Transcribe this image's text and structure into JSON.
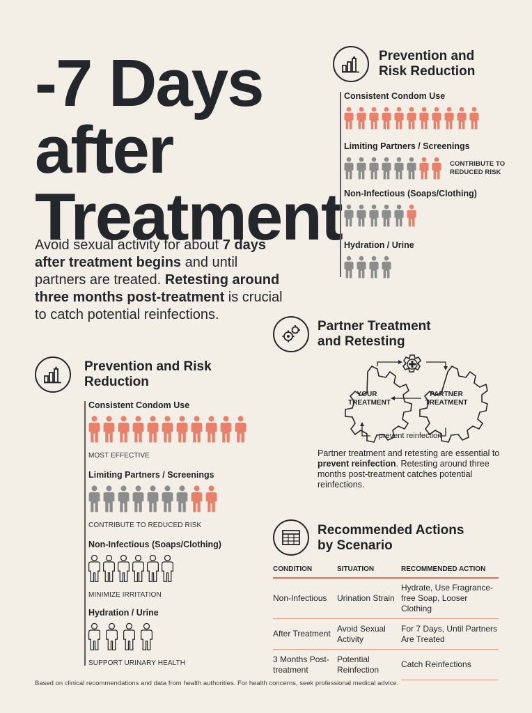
{
  "title": {
    "line1": "-7 Days",
    "line2": "after",
    "line3": "Treatment"
  },
  "intro": {
    "p1": "Avoid sexual activity for about ",
    "b1": "7 days after treatment begins",
    "p2": " and until partners are treated. ",
    "b2": "Retesting around three months post-treatment",
    "p3": " is crucial to catch potential reinfections."
  },
  "colors": {
    "accent": "#e8806a",
    "neutral": "#8c8c8c",
    "ink": "#23272b",
    "background": "#f3efe6"
  },
  "prevention_top": {
    "title": "Prevention and Risk Reduction",
    "icon": "bar-chart-icon",
    "rows": [
      {
        "label": "Consistent Condom Use",
        "note": "",
        "accent": 11,
        "gray": 0
      },
      {
        "label": "Limiting Partners / Screenings",
        "note": "CONTRIBUTE TO REDUCED RISK",
        "accent": 2,
        "gray": 6
      },
      {
        "label": "Non-Infectious (Soaps/Clothing)",
        "note": "",
        "accent": 1,
        "gray": 5
      },
      {
        "label": "Hydration / Urine",
        "note": "",
        "accent": 0,
        "gray": 4
      }
    ]
  },
  "prevention_bottom": {
    "title": "Prevention and Risk Reduction",
    "icon": "bar-chart-icon",
    "rows": [
      {
        "label": "Consistent Condom Use",
        "note": "MOST EFFECTIVE",
        "accent": 11,
        "gray": 0,
        "style": "filled"
      },
      {
        "label": "Limiting Partners / Screenings",
        "note": "CONTRIBUTE TO REDUCED RISK",
        "accent": 2,
        "gray": 7,
        "style": "filled"
      },
      {
        "label": "Non-Infectious (Soaps/Clothing)",
        "note": "MINIMIZE IRRITATION",
        "accent": 0,
        "gray": 6,
        "style": "outline"
      },
      {
        "label": "Hydration / Urine",
        "note": "SUPPORT URINARY HEALTH",
        "accent": 0,
        "gray": 4,
        "style": "outline"
      }
    ]
  },
  "partner": {
    "title": "Partner Treatment and Retesting",
    "icon": "gears-icon",
    "gear_left": "YOUR TREATMENT",
    "gear_right": "PARTNER TREATMENT",
    "loop_label": "prevent reinfection",
    "center_icon": "medical-cross-gear-icon",
    "text_p1": "Partner treatment and retesting are essential to ",
    "text_b1": "prevent reinfection",
    "text_p2": ". Retesting around three months post-treatment catches potential reinfections."
  },
  "actions": {
    "title": "Recommended Actions by Scenario",
    "icon": "table-icon",
    "headers": [
      "CONDITION",
      "SITUATION",
      "RECOMMENDED ACTION"
    ],
    "rows": [
      [
        "Non-Infectious",
        "Urination Strain",
        "Hydrate, Use Fragrance-free Soap, Looser Clothing"
      ],
      [
        "After Treatment",
        "Avoid Sexual Activity",
        "For 7 Days, Until Partners Are Treated"
      ],
      [
        "3 Months Post-treatment",
        "Potential Reinfection",
        "Catch Reinfections"
      ]
    ]
  },
  "footer": "Based on clinical recommendations and data from health authorities. For health concerns, seek professional medical advice."
}
